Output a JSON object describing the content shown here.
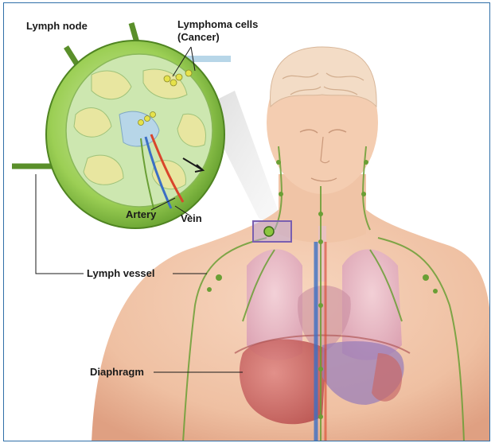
{
  "labels": {
    "lymph_node": "Lymph node",
    "lymphoma_cells_line1": "Lymphoma cells",
    "lymphoma_cells_line2": "(Cancer)",
    "artery": "Artery",
    "vein": "Vein",
    "lymph_vessel": "Lymph vessel",
    "diaphragm": "Diaphragm"
  },
  "colors": {
    "frame_border": "#2f6fa8",
    "node_green": "#8cc63f",
    "node_dark_green": "#5a8f2a",
    "node_inner": "#c9e4a8",
    "cell_yellow": "#e8e6a0",
    "cell_blue": "#b7d6e8",
    "skin": "#f2c9ae",
    "skin_shadow": "#e3a98a",
    "lung_pink": "#e8b7c8",
    "liver_red": "#c65b5b",
    "stomach_purple": "#9b7fb8",
    "brain": "#f3dcc6",
    "artery_red": "#d9452b",
    "vein_blue": "#3b6fc4",
    "lymph_green": "#6a9f35",
    "highlight_box": "#7a5fb0"
  }
}
